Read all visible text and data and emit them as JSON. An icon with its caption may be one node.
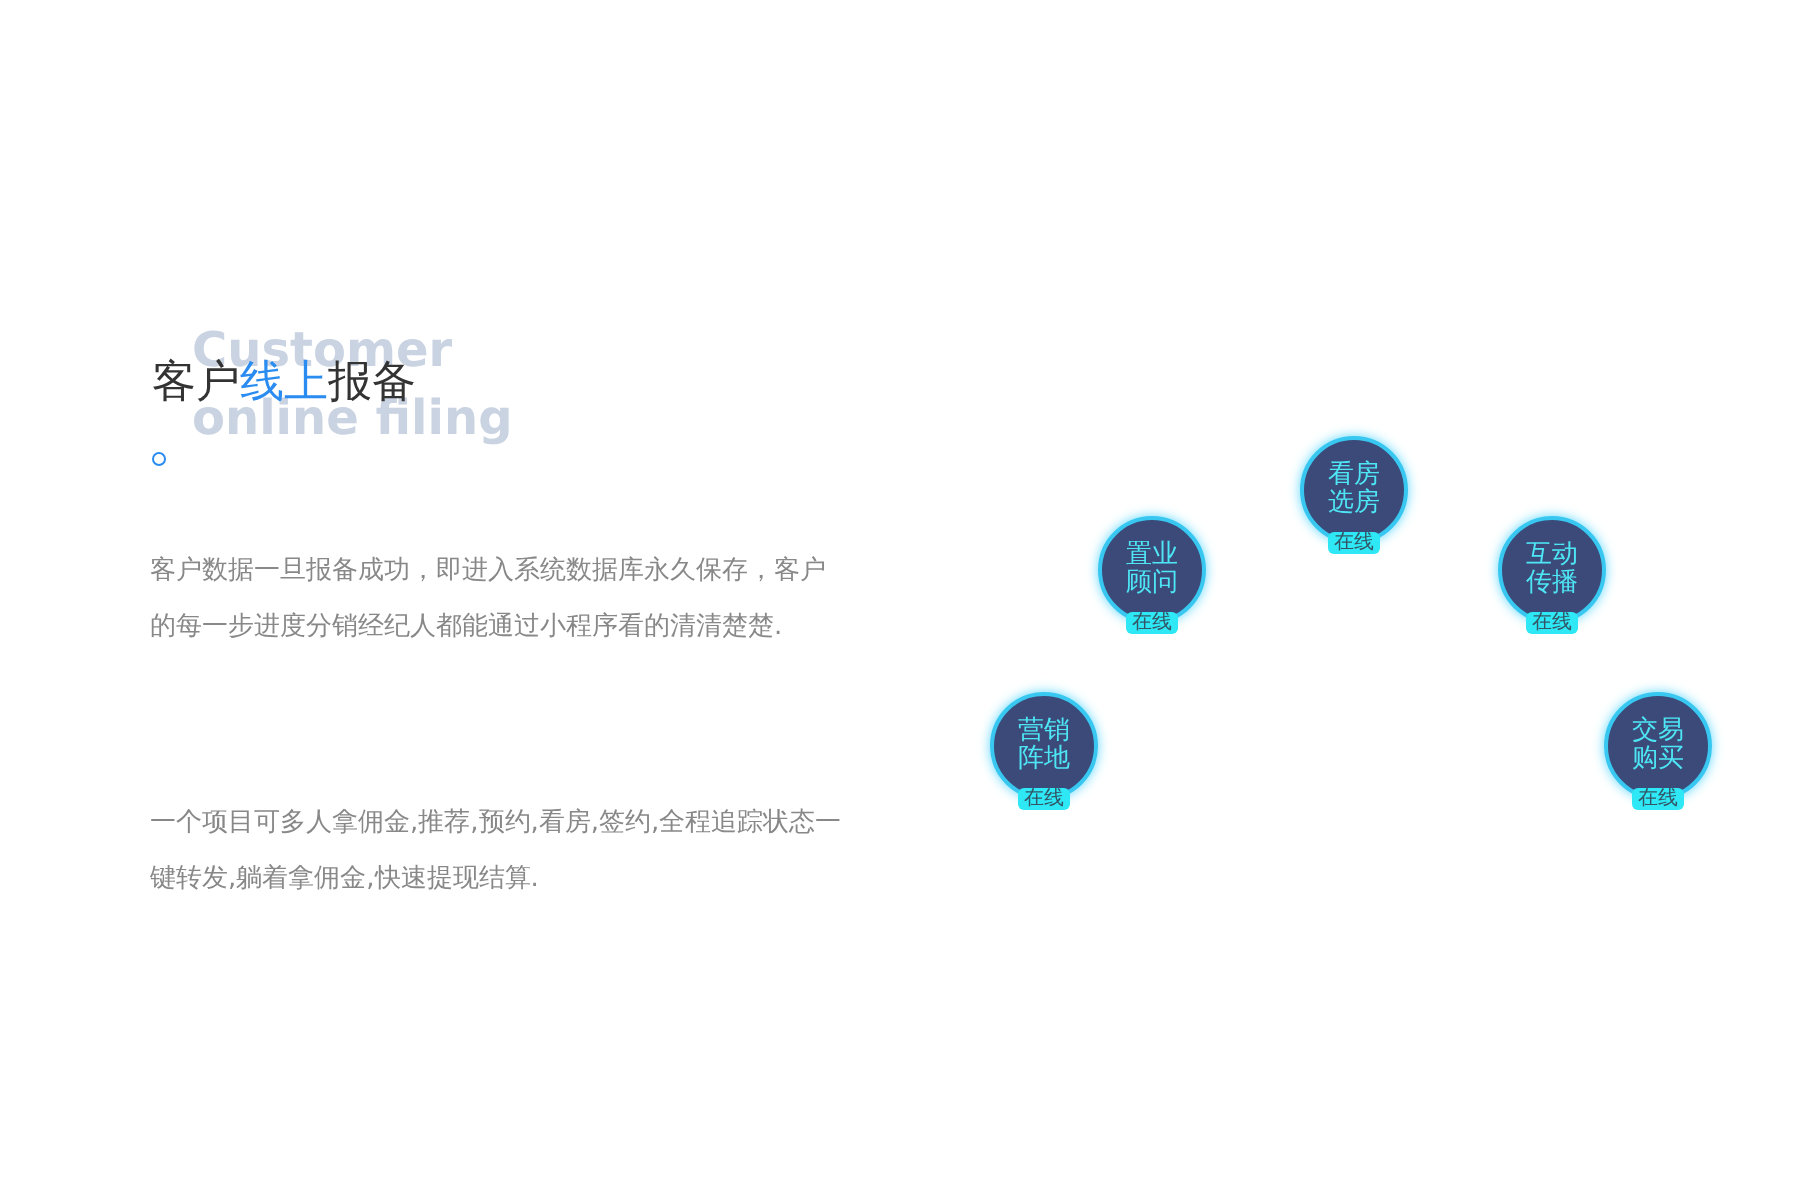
{
  "diagram": {
    "title": "客户**线上**报备",
    "nodes": [
      {
        "text": [
          "营销阵地",
          "在线"
        ]
      },
      {
        "text": [
          "置业顾问",
          "在线"
        ]
      },
      {
        "text": [
          "看房选房",
          "在线"
        ]
      },
      {
        "text": [
          "互动传播",
          "在线"
        ]
      },
      {
        "text": [
          "交易购买",
          "在线"
        ]
      }
    ],
    "edges": [],
    "labels": [
      "Customer online filing",
      "客户数据一旦报备成功，即进入系统数据库永久保存，客户的每一步进度分销经纪人都能通过小程序看的清清楚楚.",
      "一个项目可多人拿佣金,推荐,预约,看房,签约,全程追踪状态一键转发,躺着拿佣金,快速提现结算."
    ]
  }
}
